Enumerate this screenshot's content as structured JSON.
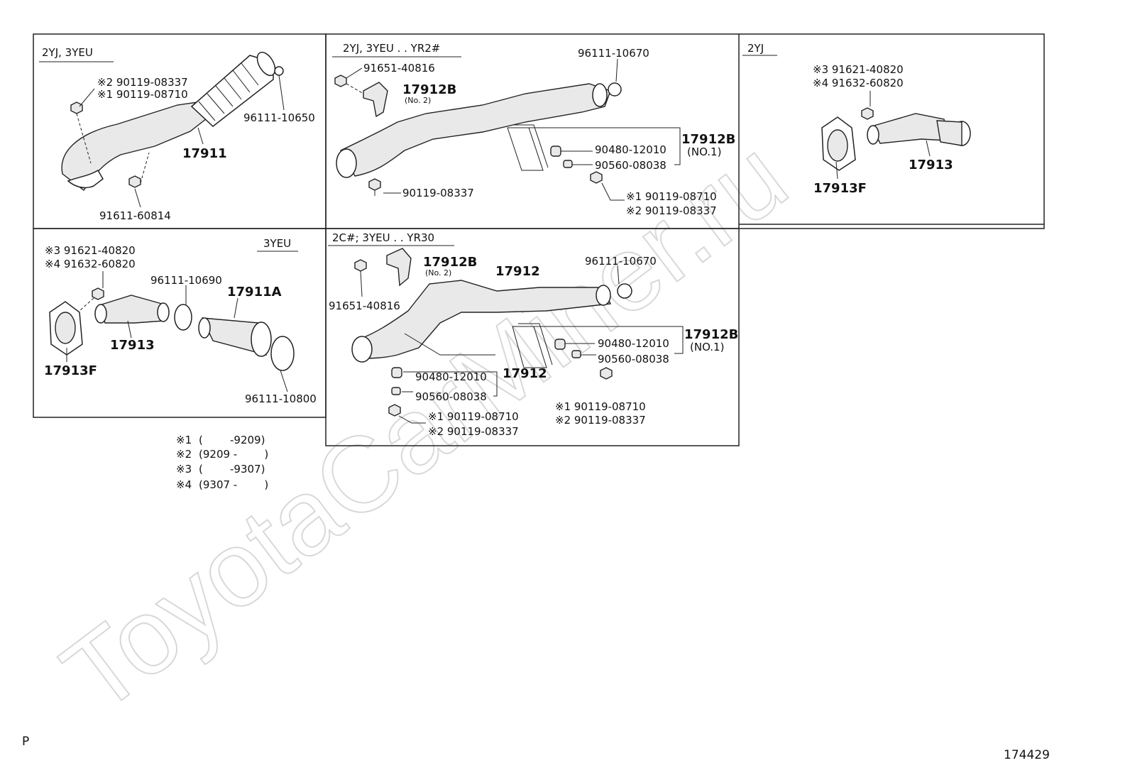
{
  "watermark": "ToyotaCarMiner.ru",
  "panels": {
    "p1": {
      "header": "2YJ, 3YEU",
      "labels": {
        "n2_90119_08337": "※2 90119-08337",
        "n1_90119_08710": "※1 90119-08710",
        "p96111_10650": "96111-10650",
        "p17911": "17911",
        "p91611_60814": "91611-60814"
      }
    },
    "p2": {
      "header": "2YJ, 3YEU . . YR2#",
      "labels": {
        "p91651_40816": "91651-40816",
        "p17912B": "17912B",
        "no2": "(No. 2)",
        "p96111_10670": "96111-10670",
        "p17912B_b": "17912B",
        "no1": "(NO.1)",
        "p90480_12010": "90480-12010",
        "p90560_08038": "90560-08038",
        "p90119_08337": "90119-08337",
        "n1_90119_08710": "※1 90119-08710",
        "n2_90119_08337": "※2 90119-08337"
      }
    },
    "p3": {
      "header": "2YJ",
      "labels": {
        "n3_91621_40820": "※3 91621-40820",
        "n4_91632_60820": "※4 91632-60820",
        "p17913": "17913",
        "p17913F": "17913F"
      }
    },
    "p4": {
      "header": "3YEU",
      "labels": {
        "n3_91621_40820": "※3 91621-40820",
        "n4_91632_60820": "※4 91632-60820",
        "p96111_10690": "96111-10690",
        "p17911A": "17911A",
        "p17913": "17913",
        "p17913F": "17913F",
        "p96111_10800": "96111-10800"
      }
    },
    "p5": {
      "header": "2C#; 3YEU . . YR30",
      "labels": {
        "p17912B": "17912B",
        "no2": "(No. 2)",
        "p17912": "17912",
        "p96111_10670": "96111-10670",
        "p91651_40816": "91651-40816",
        "p17912B_b": "17912B",
        "no1": "(NO.1)",
        "p90480_12010_r": "90480-12010",
        "p90560_08038_r": "90560-08038",
        "p90480_12010_l": "90480-12010",
        "p17912_b": "17912",
        "p90560_08038_l": "90560-08038",
        "n1_90119_08710_l": "※1 90119-08710",
        "n2_90119_08337_l": "※2 90119-08337",
        "n1_90119_08710_r": "※1 90119-08710",
        "n2_90119_08337_r": "※2 90119-08337"
      }
    }
  },
  "legend": [
    {
      "mark": "※1",
      "range": "(        -9209)"
    },
    {
      "mark": "※2",
      "range": "(9209 -        )"
    },
    {
      "mark": "※3",
      "range": "(        -9307)"
    },
    {
      "mark": "※4",
      "range": "(9307 -        )"
    }
  ],
  "page_marker": "P",
  "figure_number": "174429"
}
